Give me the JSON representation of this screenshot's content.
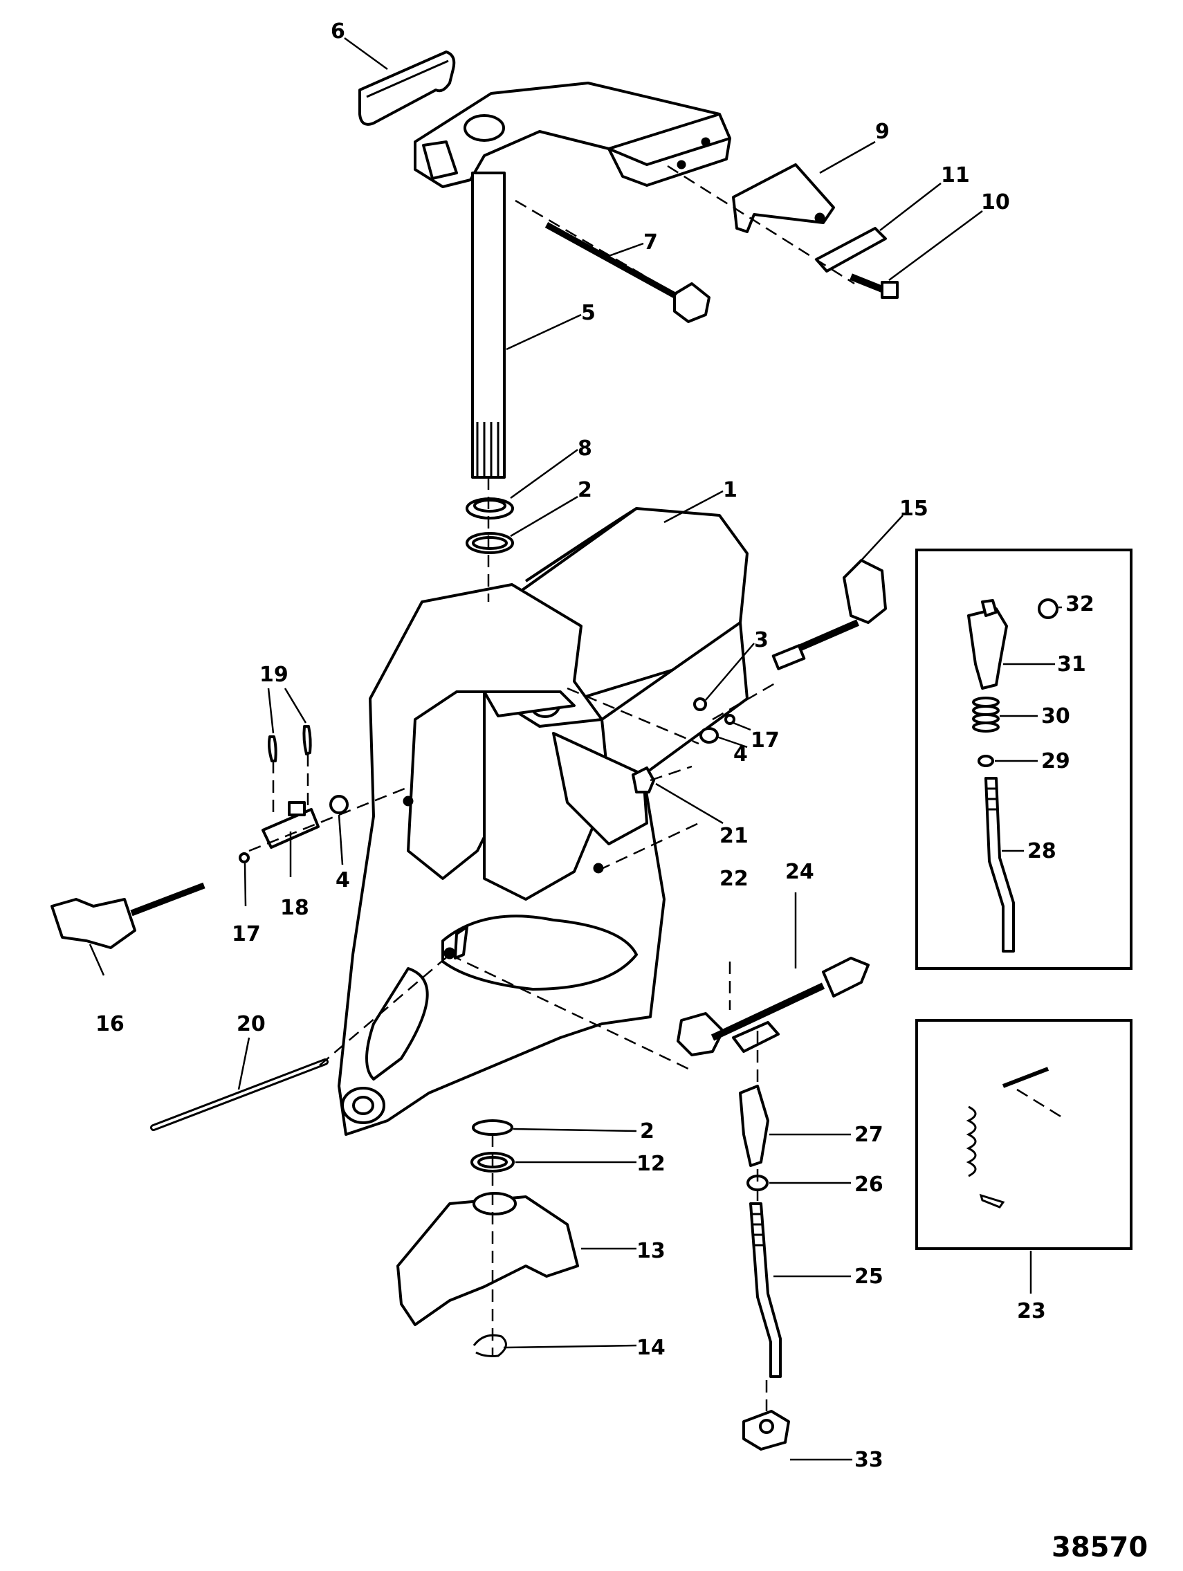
{
  "figure_number": "38570",
  "callouts": {
    "c1": "1",
    "c2a": "2",
    "c2b": "2",
    "c3": "3",
    "c4a": "4",
    "c4b": "4",
    "c5": "5",
    "c6": "6",
    "c7": "7",
    "c8": "8",
    "c9": "9",
    "c10": "10",
    "c11": "11",
    "c12": "12",
    "c13": "13",
    "c14": "14",
    "c15": "15",
    "c16": "16",
    "c17a": "17",
    "c17b": "17",
    "c18": "18",
    "c19": "19",
    "c20": "20",
    "c21": "21",
    "c22": "22",
    "c23": "23",
    "c24": "24",
    "c25": "25",
    "c26": "26",
    "c27": "27",
    "c28": "28",
    "c29": "29",
    "c30": "30",
    "c31": "31",
    "c32": "32",
    "c33": "33"
  }
}
